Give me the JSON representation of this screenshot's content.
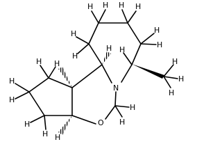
{
  "molecule": {
    "atom_labels": {
      "nitrogen": "N",
      "oxygen": "O",
      "hydrogen": "H"
    },
    "colors": {
      "bond": "#000000",
      "background": "#ffffff"
    }
  }
}
